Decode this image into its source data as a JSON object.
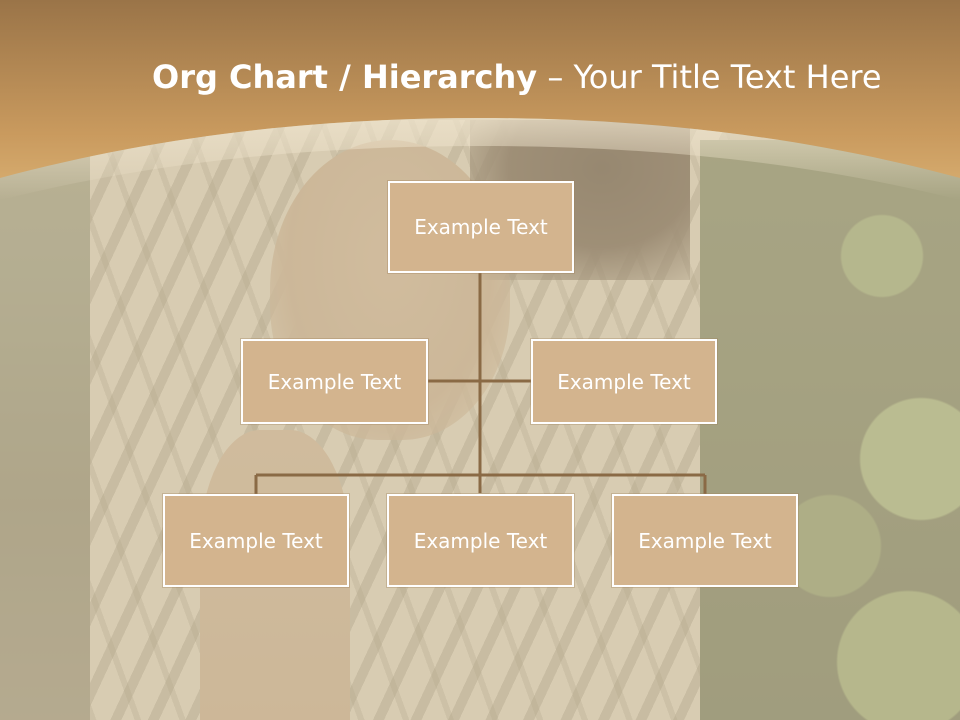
{
  "title": {
    "bold_part": "Org Chart / Hierarchy",
    "dash": " – ",
    "regular_part": "Your Title Text Here"
  },
  "colors": {
    "title_band": "#b08550",
    "node_fill": "#d3b48e",
    "node_border": "#ffffff",
    "connector": "#8a6a45"
  },
  "org_chart": {
    "root": {
      "label": "Example Text"
    },
    "assistants": [
      {
        "label": "Example Text"
      },
      {
        "label": "Example Text"
      }
    ],
    "children": [
      {
        "label": "Example Text"
      },
      {
        "label": "Example Text"
      },
      {
        "label": "Example Text"
      }
    ]
  }
}
